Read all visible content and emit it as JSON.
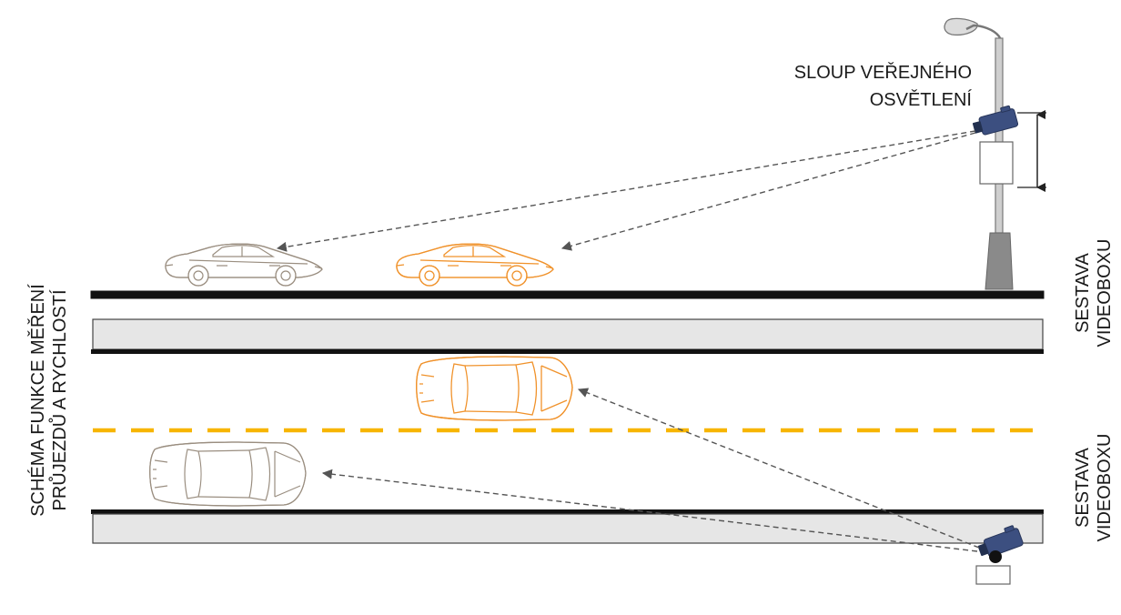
{
  "diagram": {
    "title_line1": "SCHÉMA FUNKCE MĚŘENÍ",
    "title_line2": "PRŮJEZDŮ A RYCHLOSTÍ",
    "pole_label_line1": "SLOUP VEŘEJNÉHO",
    "pole_label_line2": "OSVĚTLENÍ",
    "assembly_top_line1": "SESTAVA",
    "assembly_top_line2": "VIDEOBOXU",
    "assembly_bottom_line1": "SESTAVA",
    "assembly_bottom_line2": "VIDEOBOXU"
  },
  "colors": {
    "accent_orange": "#f0922b",
    "lane_dash": "#f7b500",
    "camera": "#3c4f80",
    "road_line": "#111111",
    "sidewalk": "#e6e6e6"
  },
  "icons": {
    "pole_camera": "camera-icon",
    "ground_camera": "camera-icon"
  }
}
